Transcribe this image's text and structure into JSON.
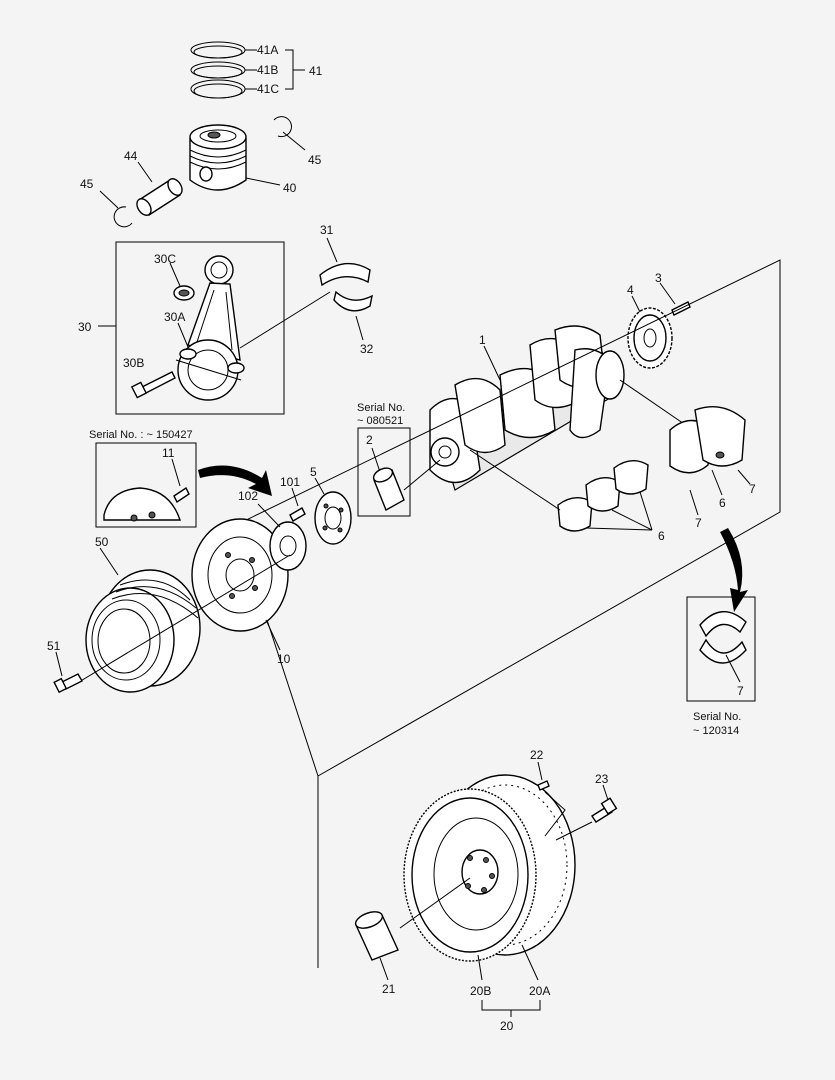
{
  "part_labels": {
    "p41A": "41A",
    "p41B": "41B",
    "p41C": "41C",
    "p41": "41",
    "p45a": "45",
    "p45b": "45",
    "p44": "44",
    "p40": "40",
    "p31": "31",
    "p32": "32",
    "p30": "30",
    "p30A": "30A",
    "p30B": "30B",
    "p30C": "30C",
    "p3": "3",
    "p4": "4",
    "p1": "1",
    "p2": "2",
    "p6a": "6",
    "p6b": "6",
    "p7a": "7",
    "p7b": "7",
    "p7c": "7",
    "p11": "11",
    "p101": "101",
    "p102": "102",
    "p5": "5",
    "p50": "50",
    "p51": "51",
    "p10": "10",
    "p22": "22",
    "p23": "23",
    "p21": "21",
    "p20A": "20A",
    "p20B": "20B",
    "p20": "20"
  },
  "serial_notes": {
    "damper_box": "Serial No. : ~ 150427",
    "sleeve_title": "Serial No.",
    "sleeve_value": "~ 080521",
    "washer_title": "Serial No.",
    "washer_value": "~ 120314"
  }
}
